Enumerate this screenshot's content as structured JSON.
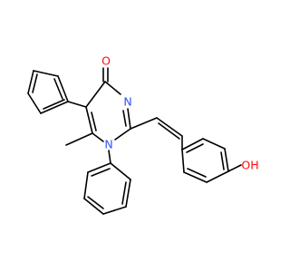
{
  "atoms": {
    "O1": {
      "symbol": "O",
      "color": "#ff0d0d"
    },
    "N3": {
      "symbol": "N",
      "color": "#3050f8"
    },
    "N1": {
      "symbol": "N",
      "color": "#3050f8"
    },
    "OH": {
      "symbol": "OH",
      "color": "#ff0d0d"
    }
  },
  "colors": {
    "bond": "#000000",
    "background": "#ffffff"
  }
}
